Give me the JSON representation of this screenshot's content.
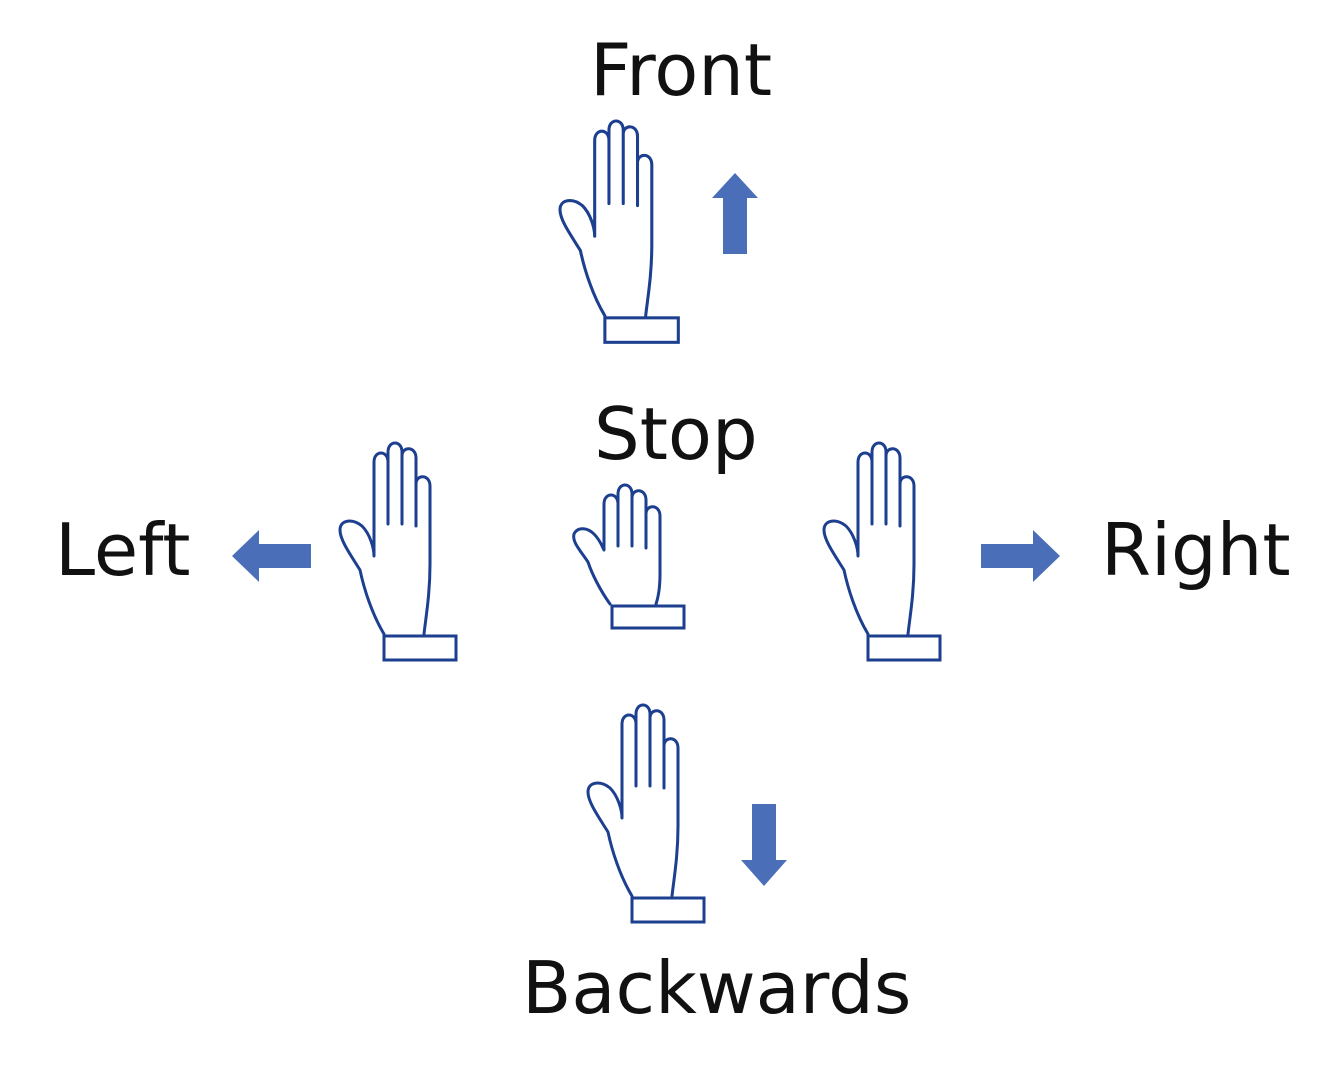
{
  "labels": {
    "front": "Front",
    "stop": "Stop",
    "left": "Left",
    "right": "Right",
    "backwards": "Backwards"
  },
  "colors": {
    "hand_stroke": "#1c3f8f",
    "arrow_fill": "#4a6fb8",
    "text": "#111111"
  },
  "gestures": [
    {
      "name": "front",
      "icon": "open-hand-icon",
      "arrow": "up-arrow-icon"
    },
    {
      "name": "stop",
      "icon": "fist-hand-icon",
      "arrow": ""
    },
    {
      "name": "left",
      "icon": "open-hand-icon",
      "arrow": "left-arrow-icon"
    },
    {
      "name": "right",
      "icon": "open-hand-icon",
      "arrow": "right-arrow-icon"
    },
    {
      "name": "backwards",
      "icon": "open-hand-icon",
      "arrow": "down-arrow-icon"
    }
  ]
}
